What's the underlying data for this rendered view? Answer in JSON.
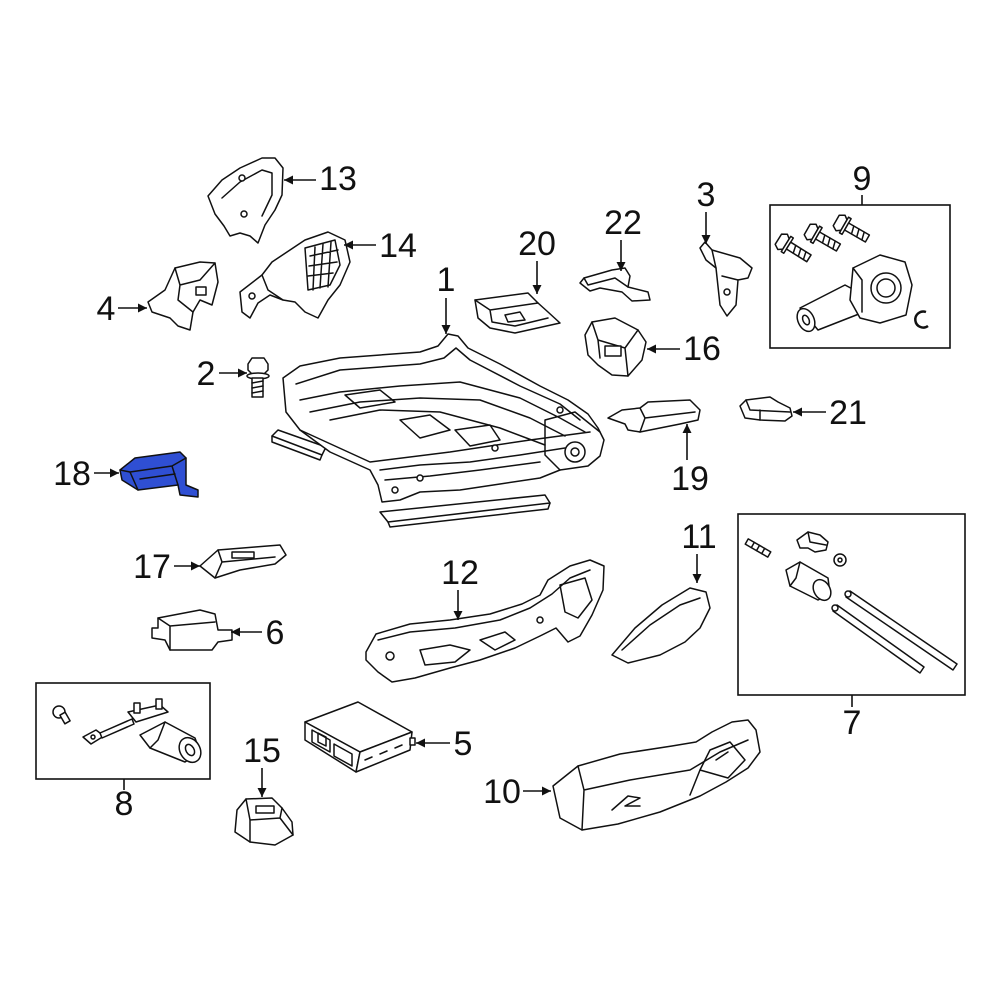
{
  "diagram": {
    "highlight_color": "#2f4fd3",
    "line_color": "#111111",
    "callouts": {
      "p1": "1",
      "p2": "2",
      "p3": "3",
      "p4": "4",
      "p5": "5",
      "p6": "6",
      "p7": "7",
      "p8": "8",
      "p9": "9",
      "p10": "10",
      "p11": "11",
      "p12": "12",
      "p13": "13",
      "p14": "14",
      "p15": "15",
      "p16": "16",
      "p17": "17",
      "p18": "18",
      "p19": "19",
      "p20": "20",
      "p21": "21",
      "p22": "22"
    }
  }
}
